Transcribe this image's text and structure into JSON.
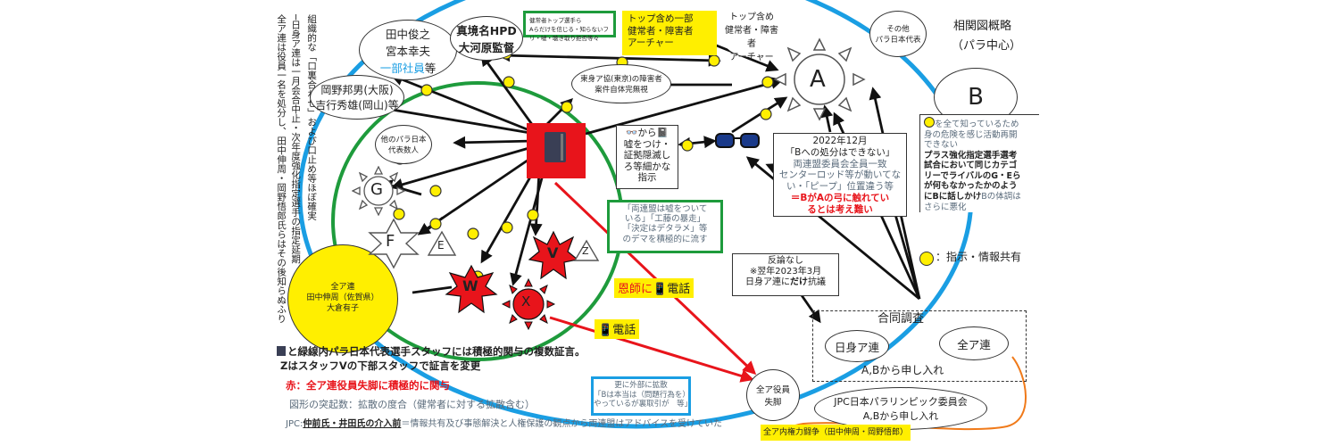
{
  "left_note_columns": [
    "全ア連は役員一名を処分し、田中伸周・岡野悟郎氏らはその後知らぬふり",
    "─日身ア連は一月会合中止・次年度強化指定選手の指定延期",
    "組織的な「口裏合わせ」および口止め等ほぼ確実"
  ],
  "title": {
    "line1": "相関図概略",
    "line2": "（パラ中心）"
  },
  "nodes": {
    "tanaka_miyamoto": {
      "line1": "田中俊之",
      "line2": "宮本幸夫",
      "line3": "一部社員",
      "suffix": "等"
    },
    "makyo": {
      "line1": "真境名HPD",
      "line2": "大河原監督"
    },
    "okano_yoshiyuki": {
      "line1": "岡野邦男(大阪)",
      "line2": "吉行秀雄(岡山)",
      "suffix": "等"
    },
    "other_para": {
      "line1": "他のパラ日本",
      "line2": "代表数人"
    },
    "eastern_assoc": {
      "line1": "東身ア協(東京)の障害者",
      "line2": "案件自体完無視"
    },
    "top_players_green": {
      "line1": "健常者トップ選手ら",
      "line2": "Aらだけを信じる・知らないフ",
      "line3": "リ・嘘・聴き取り拒否等々"
    },
    "top_incl_yellow": {
      "line1": "トップ含め一部",
      "line2": "健常者・障害者",
      "line3": "アーチャー"
    },
    "top_incl_plain": {
      "line1": "トップ含め",
      "line2": "健常者・障害者",
      "line3": "アーチャー"
    },
    "other_para_rep": {
      "line1": "その他",
      "line2": "パラ日本代表"
    },
    "zenaren": {
      "line1": "全ア連",
      "line2": "田中伸周（佐賀県）",
      "line3": "大倉有子"
    },
    "zen_officer": {
      "line1": "全ア役員",
      "line2": "失脚"
    },
    "A": "A",
    "B": "B",
    "G": "G",
    "F": "F",
    "E": "E",
    "W": "W",
    "V": "V",
    "X": "X",
    "Z": "Z"
  },
  "instruction_box": {
    "lines": [
      "👓から📓",
      "嘘をつけ・",
      "証拠隠滅し",
      "ろ等細かな",
      "指示"
    ]
  },
  "dec_box": {
    "line1": "2022年12月",
    "line2": "「Bへの処分はできない」",
    "line3": "両連盟委員会全員一致",
    "line4": "センターロッド等が動いてな",
    "line5": "い・「ピープ」位置違う等",
    "line6": "＝BがAの弓に触れてい",
    "line7": "るとは考え難い"
  },
  "b_note": {
    "line1": "を全て知っているため",
    "line2": "身の危険を感じ活動再開",
    "line3": "できない",
    "line4": "プラス強化指定選手選考",
    "line5": "試合において同じカテゴ",
    "line6": "リーでライバルのG・Eら",
    "line7": "が何もなかったかのよう",
    "line8a": "にBに話しかけ",
    "line8b": "Bの体調は",
    "line9": "さらに悪化"
  },
  "rumor_box": {
    "line1": "「両連盟は嘘をついて",
    "line2": "いる」「工藤の暴走」",
    "line3": "「決定はデタラメ」等",
    "line4": "のデマを積極的に流す"
  },
  "no_rebuttal": {
    "line1": "反論なし",
    "line2": "※翌年2023年3月",
    "line3a": "日身ア連に",
    "line3b": "だけ",
    "line3c": "抗議"
  },
  "legend": "：指示・情報共有",
  "call_mentor": {
    "prefix": "恩師に",
    "icon": "📱",
    "suffix": "電話"
  },
  "call_x": {
    "icon": "📱",
    "suffix": "電話"
  },
  "joint_investigation": {
    "title": "合同調査",
    "left": "日身ア連",
    "right": "全ア連",
    "from": "A,Bから申し入れ"
  },
  "jpc_oval": {
    "line1": "JPC日本パラリンピック委員会",
    "line2": "A,Bから申し入れ"
  },
  "spread_box": {
    "line1": "更に外部に拡散",
    "line2": "「Bは本当は（問題行為を）",
    "line3": "やっているが裏取引が　等」"
  },
  "bottom_notes": {
    "line1": "と緑線内パラ日本代表選手スタッフには積極的関与の複数証言。",
    "line2": "ZはスタッフVの下部スタッフで証言を変更",
    "red": "赤：全ア連役員失脚に積極的に関与",
    "shape": "図形の突起数：拡散の度合（健常者に対する拡散含む）",
    "jpc_prefix": "JPC:",
    "jpc_bold": "仲前氏・井田氏の介入前",
    "jpc_rest": "＝情報共有及び事態解決と人権保護の観点から両連盟はアドバイスを受けていた"
  },
  "power_struggle": "全ア内権力闘争（田中伸周・岡野悟郎）",
  "colors": {
    "blue": "#1a9ee3",
    "green": "#1e9b3c",
    "red": "#e8141b",
    "yellow": "#ffef00",
    "grey": "#5a6b7b"
  },
  "icons": [
    "notebook-icon",
    "glasses-icon",
    "phone-icon"
  ]
}
